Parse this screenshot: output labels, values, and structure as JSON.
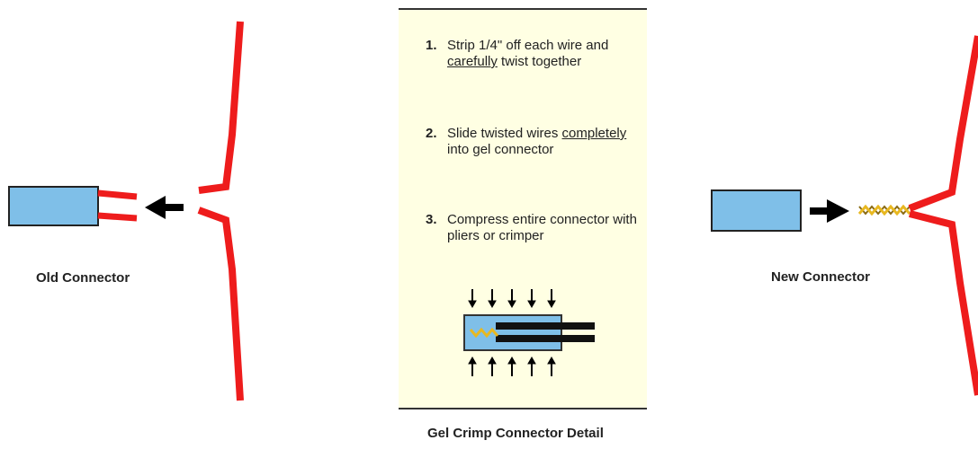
{
  "old_connector": {
    "label": "Old Connector"
  },
  "new_connector": {
    "label": "New Connector"
  },
  "detail_panel": {
    "caption": "Gel Crimp Connector Detail",
    "steps": [
      {
        "number": "1.",
        "before": "Strip 1/4\" off each wire and ",
        "emphasis": "carefully",
        "after": " twist together"
      },
      {
        "number": "2.",
        "before": "Slide twisted wires ",
        "emphasis": "completely",
        "after": " into gel connector"
      },
      {
        "number": "3.",
        "before": "Compress entire connector with pliers or crimper",
        "emphasis": "",
        "after": ""
      }
    ]
  },
  "colors": {
    "wire": "#ee1c1c",
    "connector_fill": "#7fbfe8",
    "panel_background": "#ffffe3",
    "twist": "#e8b820",
    "arrow": "#000000"
  }
}
